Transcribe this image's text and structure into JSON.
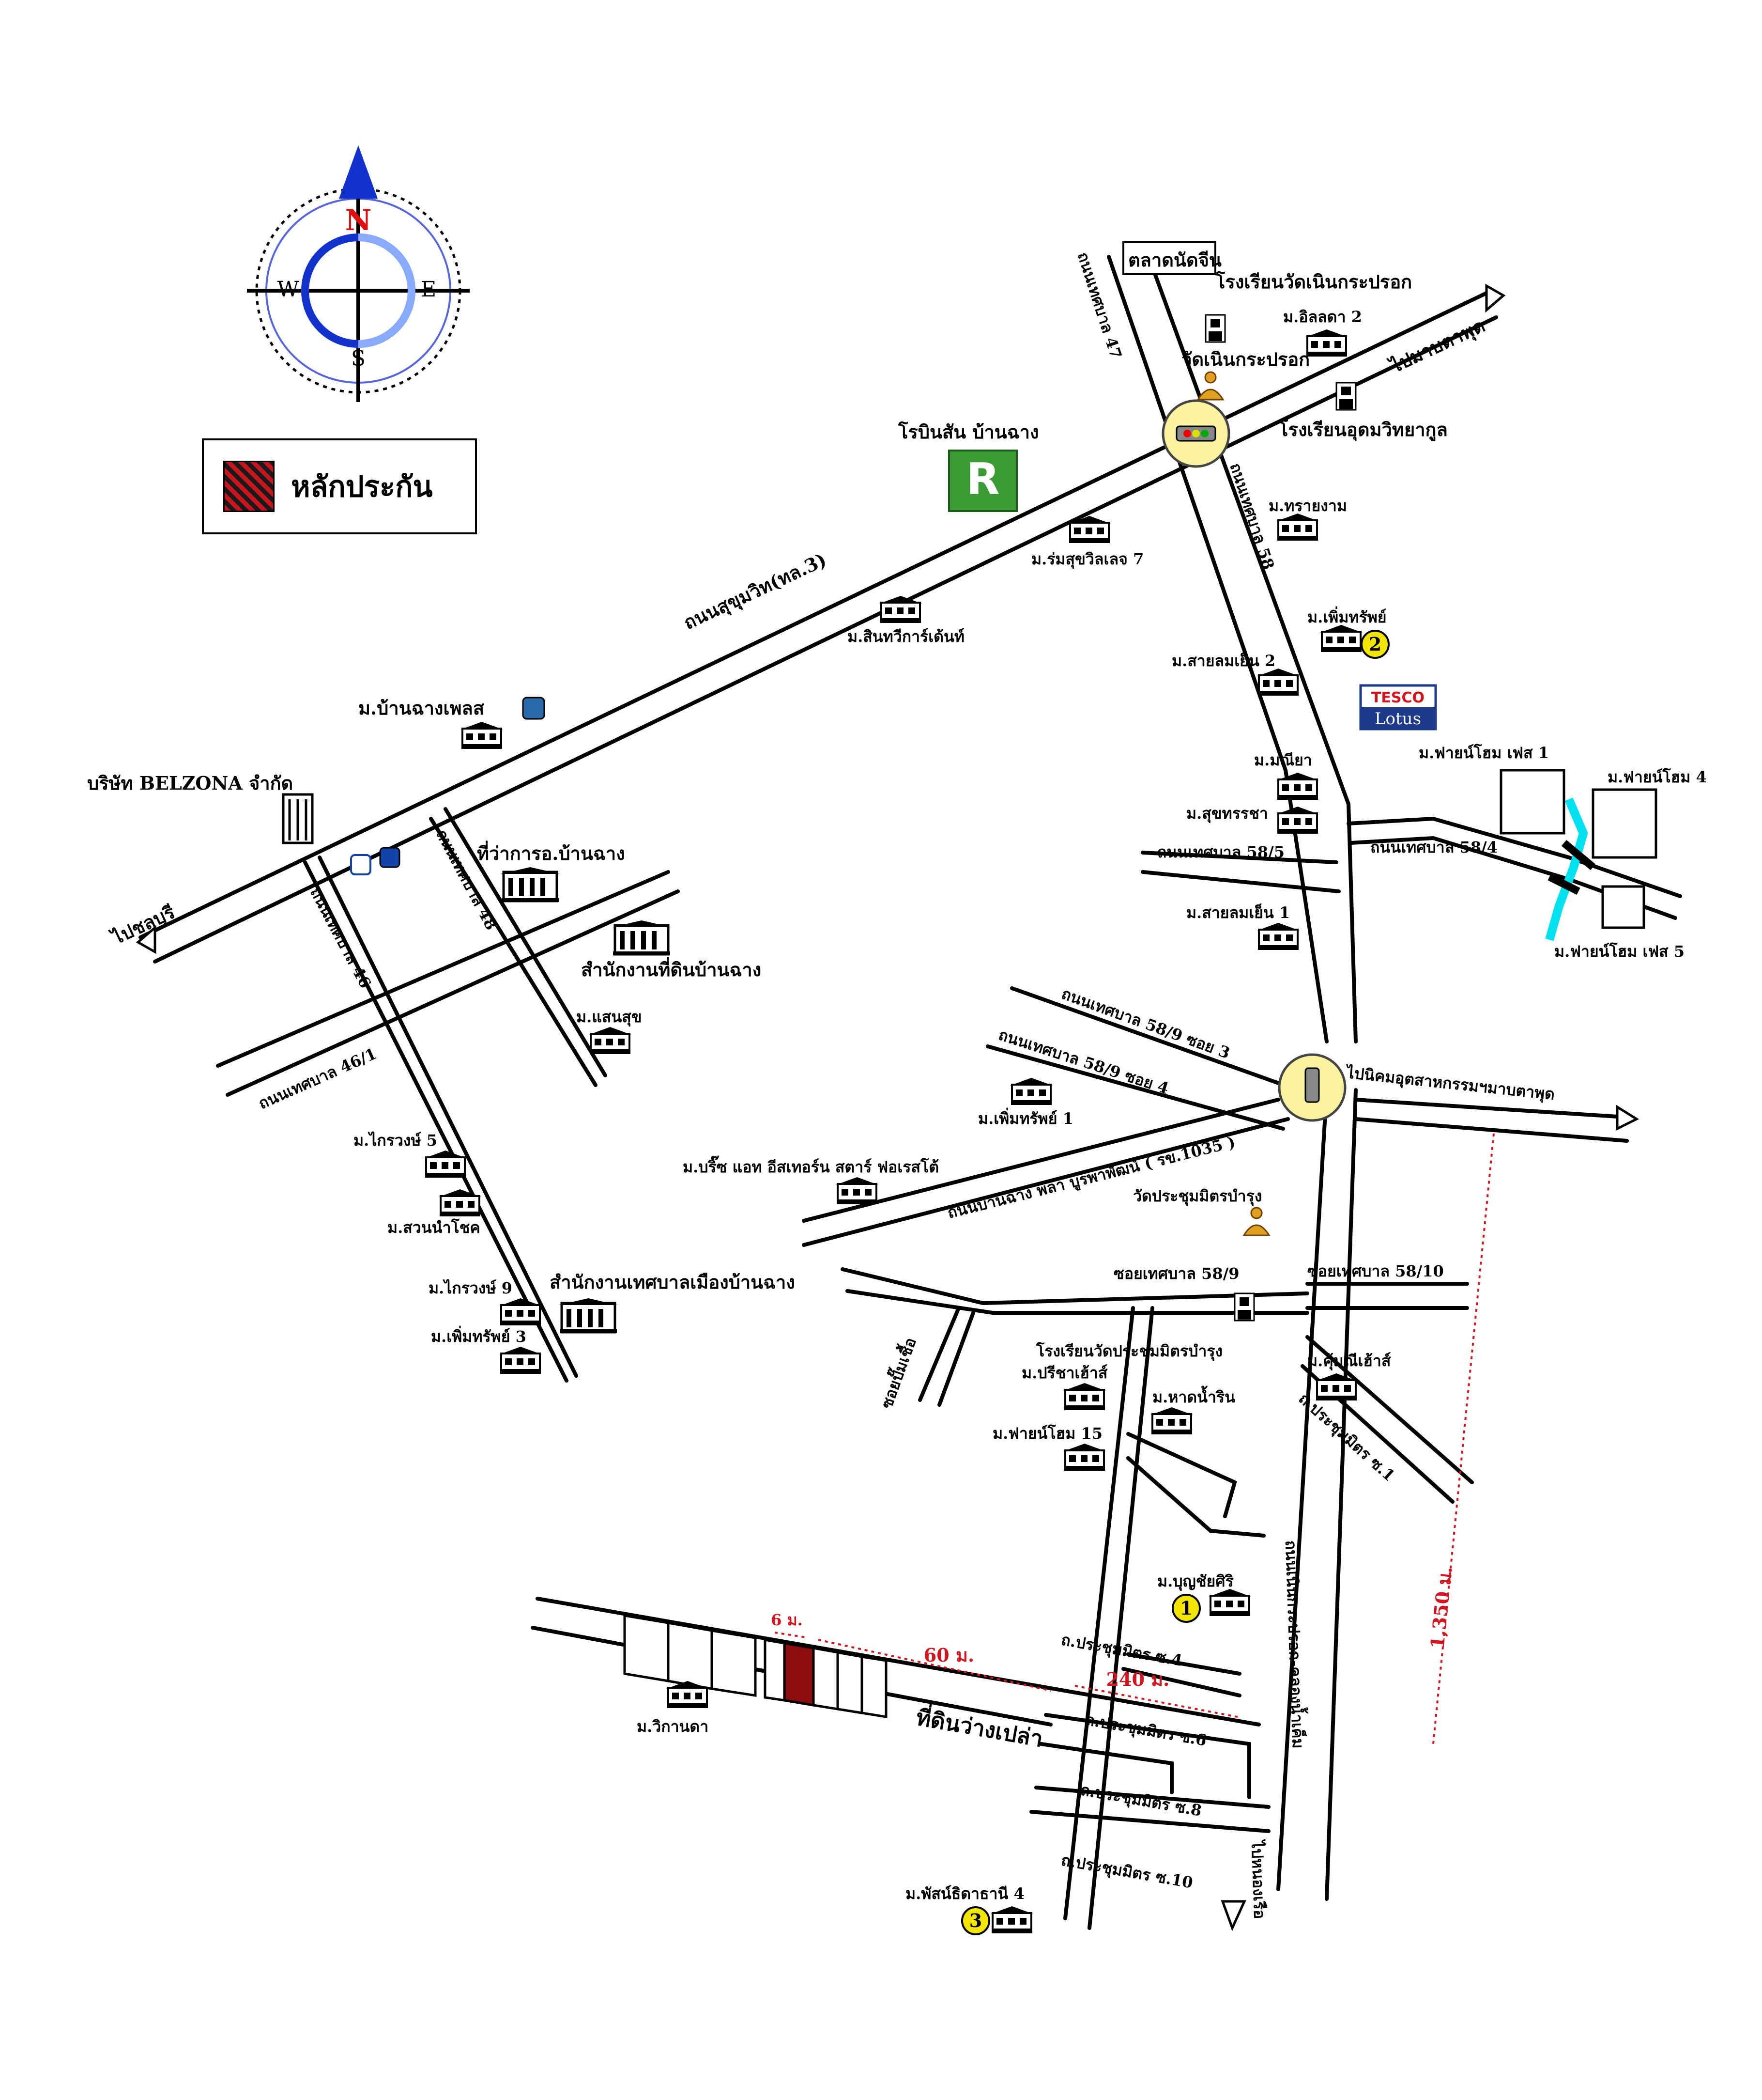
{
  "legend": {
    "label": "หลักประกัน",
    "swatch_color": "#c8141e"
  },
  "compass": {
    "n": "N",
    "s": "S",
    "e": "E",
    "w": "W"
  },
  "roads": {
    "sukhumvit": "ถนนสุขุมวิท(ทล.3)",
    "to_chonburi": "ไปชลบุรี",
    "to_pattaya": "ไปมาบตาพุด",
    "thetsaban47": "ถนนเทศบาล 47",
    "thetsaban58": "ถนนเทศบาล 58",
    "thetsaban58_5": "ถนนเทศบาล 58/5",
    "thetsaban58_4": "ถนนเทศบาล 58/4",
    "thetsaban48": "ถนนเทศบาล 48",
    "thetsaban46": "ถนนเทศบาล 46",
    "thetsaban46_1": "ถนนเทศบาล 46/1",
    "soi58_9_3": "ถนนเทศบาล 58/9 ซอย 3",
    "soi58_9_4": "ถนนเทศบาล 58/9 ซอย 4",
    "banchang_plaza": "ถนนบ้านฉาง พลา บูรพาพัฒน์ ( รข.1035 )",
    "to_industrial": "ไปนิคมอุตสาหกรรมฯมาบตาพุด",
    "soi58_9": "ซอยเทศบาล 58/9",
    "soi58_10": "ซอยเทศบาล 58/10",
    "soi_pumpkin": "ซอยปั๊มเชื้อ",
    "prachum1": "ถ.ประชุมมิตร ซ.1",
    "prachum4": "ถ.ประชุมมิตร ซ.4",
    "prachum6": "ถ.ประชุมมิตร ซ.6",
    "prachum8": "ถ.ประชุมมิตร ซ.8",
    "prachum10": "ถ.ประชุมมิตร ซ.10",
    "noen_road": "ถนนเนินกระปรอก-คลองน้ำเค็ม",
    "to_map_ta": "ไปหนองเรือ"
  },
  "places": {
    "market": "ตลาดนัดจีน",
    "school_noen": "โรงเรียนวัดเนินกระปรอก",
    "wat_noen": "วัดเนินกระปรอก",
    "school_udom": "โรงเรียนอุดมวิทยากูล",
    "m_ilada2": "ม.อิลลดา 2",
    "robinson": "โรบินสัน บ้านฉาง",
    "m_romsuk7": "ม.ร่มสุขวิลเลจ 7",
    "m_sainam": "ม.ทรายงาม",
    "m_sintree": "ม.สินทวีการ์เด้นท์",
    "m_permsap": "ม.เพิ่มทรัพย์",
    "m_sailom2": "ม.สายลมเย็น 2",
    "m_baanchang_place": "ม.บ้านฉางเพลส",
    "belzona": "บริษัท BELZONA จำกัด",
    "m_manee": "ม.มณียา",
    "m_suksan": "ม.สุขทรรชา",
    "m_fine1": "ม.ฟายน์โฮม เฟส 1",
    "m_fine4": "ม.ฟายน์โฮม 4",
    "m_fine5": "ม.ฟายน์โฮม เฟส 5",
    "district_office": "ที่ว่าการอ.บ้านฉาง",
    "land_office": "สำนักงานที่ดินบ้านฉาง",
    "m_sailom1": "ม.สายลมเย็น 1",
    "m_saensuk": "ม.แสนสุข",
    "m_permsap1": "ม.เพิ่มทรัพย์ 1",
    "m_bridge": "ม.บริ๊ซ แอท อีสเทอร์น สตาร์ ฟอเรสโต้",
    "wat_prachum": "วัดประชุมมิตรบำรุง",
    "m_krairuang5": "ม.ไกรวงษ์ 5",
    "m_suan": "ม.สวนนำโชค",
    "municipal": "สำนักงานเทศบาลเมืองบ้านฉาง",
    "m_krairuang9": "ม.ไกรวงษ์ 9",
    "m_permsap3": "ม.เพิ่มทรัพย์ 3",
    "school_prachum": "โรงเรียนวัดประชุมมิตรบำรุง",
    "m_preecha": "ม.ปรีชาเฮ้าส์",
    "m_kumnee": "ม.คุ้มณีเฮ้าส์",
    "m_hatnamrin": "ม.หาดน้ำริน",
    "m_fine15": "ม.ฟายน์โฮม 15",
    "m_boonchai": "ม.บุญชัยศิริ",
    "m_wikanda": "ม.วิกานดา",
    "vacant_land": "ที่ดินว่างเปล่า",
    "m_patthanee4": "ม.พัสน์ธิดาธานี 4",
    "tesco_top": "TESCO",
    "tesco_bottom": "Lotus"
  },
  "markers": {
    "m1": "1",
    "m2": "2",
    "m3": "3"
  },
  "distances": {
    "d6": "6 ม.",
    "d60": "60 ม.",
    "d240": "240 ม.",
    "d1350": "1,350 ม."
  },
  "colors": {
    "marker_fill": "#f2e600",
    "circle_fill": "#fbf3a0",
    "distance": "#d2141e",
    "compass_arrow": "#1133cc",
    "river": "#00e0f0"
  }
}
